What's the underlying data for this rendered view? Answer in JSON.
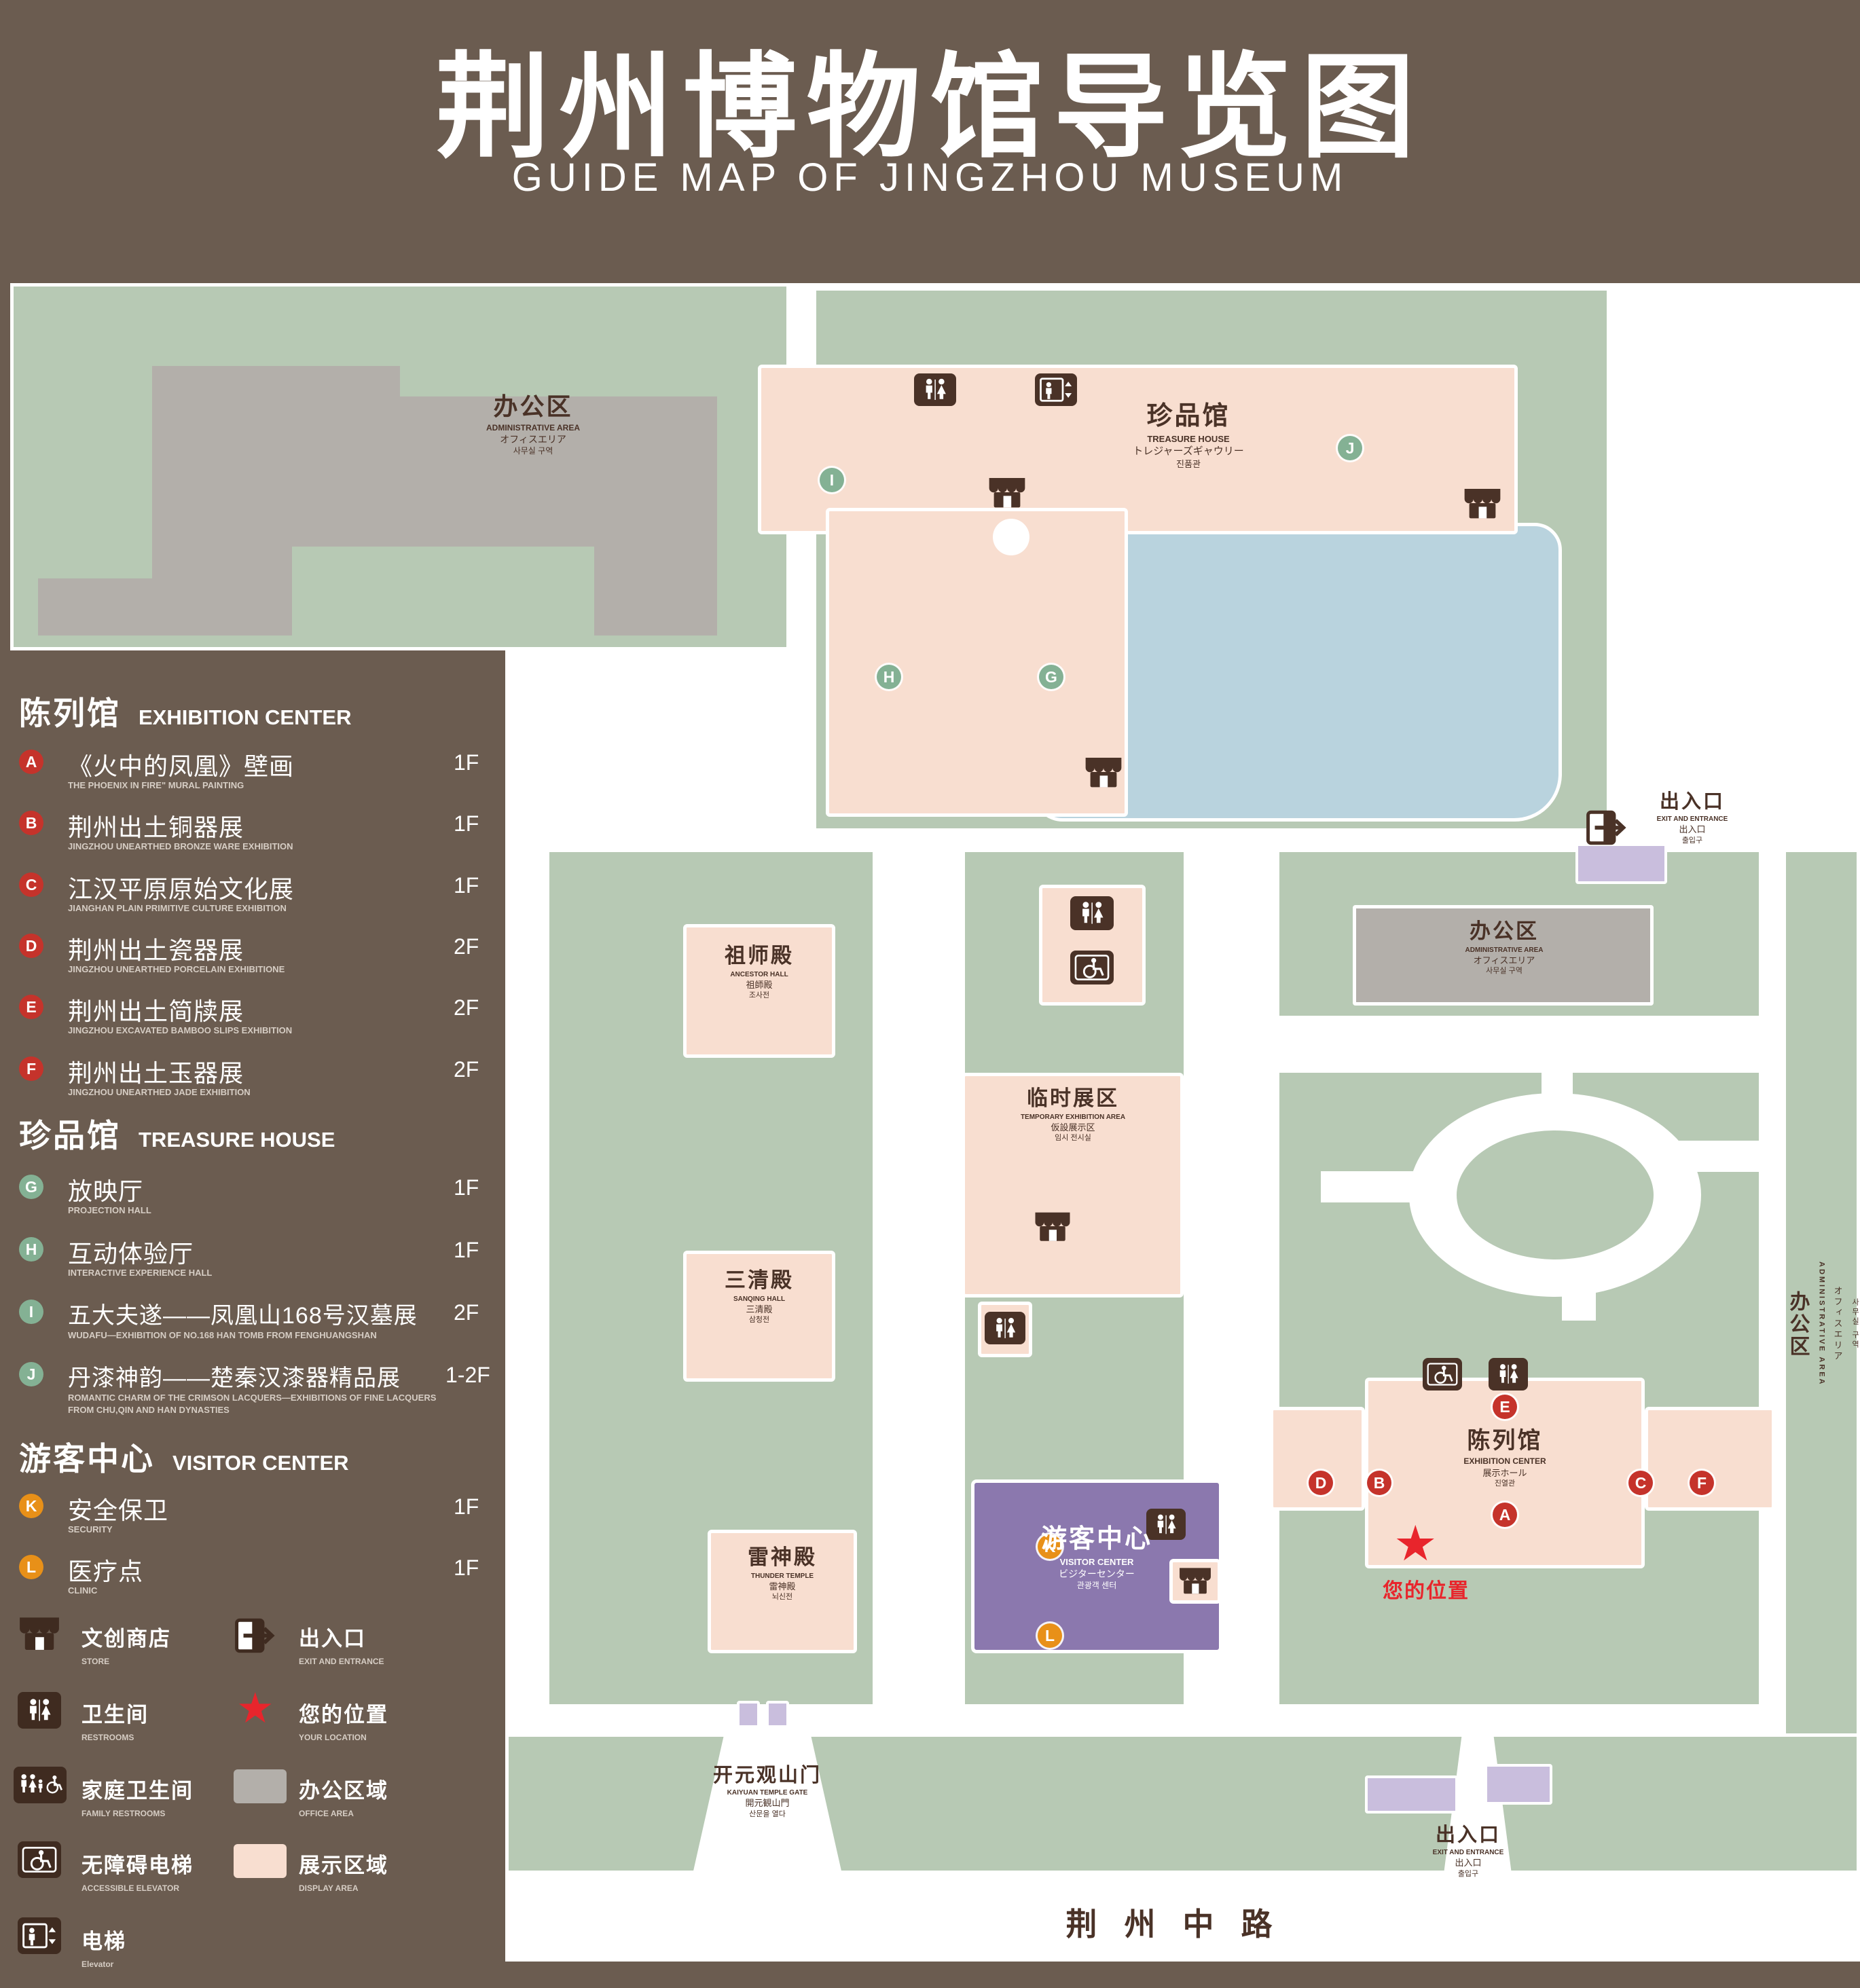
{
  "header": {
    "title": "荆州博物馆导览图",
    "subtitle": "GUIDE MAP OF JINGZHOU MUSEUM"
  },
  "sidebar": {
    "sections": [
      {
        "zh": "陈列馆",
        "en": "EXHIBITION CENTER",
        "items": [
          {
            "letter": "A",
            "zh": "《火中的凤凰》壁画",
            "en": "THE PHOENIX IN FIRE\" MURAL PAINTING",
            "floor": "1F"
          },
          {
            "letter": "B",
            "zh": "荆州出土铜器展",
            "en": "JINGZHOU UNEARTHED BRONZE WARE EXHIBITION",
            "floor": "1F"
          },
          {
            "letter": "C",
            "zh": "江汉平原原始文化展",
            "en": "JIANGHAN PLAIN PRIMITIVE CULTURE EXHIBITION",
            "floor": "1F"
          },
          {
            "letter": "D",
            "zh": "荆州出土瓷器展",
            "en": "JINGZHOU UNEARTHED PORCELAIN EXHIBITIONE",
            "floor": "2F"
          },
          {
            "letter": "E",
            "zh": "荆州出土简牍展",
            "en": "JINGZHOU EXCAVATED BAMBOO SLIPS EXHIBITION",
            "floor": "2F"
          },
          {
            "letter": "F",
            "zh": "荆州出土玉器展",
            "en": "JINGZHOU UNEARTHED JADE EXHIBITION",
            "floor": "2F"
          }
        ]
      },
      {
        "zh": "珍品馆",
        "en": "TREASURE HOUSE",
        "items": [
          {
            "letter": "G",
            "zh": "放映厅",
            "en": "PROJECTION HALL",
            "floor": "1F"
          },
          {
            "letter": "H",
            "zh": "互动体验厅",
            "en": "INTERACTIVE EXPERIENCE HALL",
            "floor": "1F"
          },
          {
            "letter": "I",
            "zh": "五大夫遂——凤凰山168号汉墓展",
            "en": "WUDAFU—EXHIBITION OF NO.168 HAN TOMB FROM FENGHUANGSHAN",
            "floor": "2F"
          },
          {
            "letter": "J",
            "zh": "丹漆神韵——楚秦汉漆器精品展",
            "en": "ROMANTIC CHARM OF THE CRIMSON LACQUERS—EXHIBITIONS OF FINE LACQUERS FROM CHU,QIN AND HAN DYNASTIES",
            "floor": "1-2F"
          }
        ]
      },
      {
        "zh": "游客中心",
        "en": "VISITOR CENTER",
        "items": [
          {
            "letter": "K",
            "zh": "安全保卫",
            "en": "SECURITY",
            "floor": "1F"
          },
          {
            "letter": "L",
            "zh": "医疗点",
            "en": "CLINIC",
            "floor": "1F"
          }
        ]
      }
    ],
    "legend": {
      "store": {
        "zh": "文创商店",
        "en": "STORE"
      },
      "exit": {
        "zh": "出入口",
        "en": "EXIT AND ENTRANCE"
      },
      "restroom": {
        "zh": "卫生间",
        "en": "RESTROOMS"
      },
      "location": {
        "zh": "您的位置",
        "en": "YOUR LOCATION"
      },
      "family": {
        "zh": "家庭卫生间",
        "en": "FAMILY RESTROOMS"
      },
      "office": {
        "zh": "办公区域",
        "en": "OFFICE AREA"
      },
      "accessible": {
        "zh": "无障碍电梯",
        "en": "ACCESSIBLE ELEVATOR"
      },
      "display": {
        "zh": "展示区域",
        "en": "DISPLAY AREA"
      },
      "elevator": {
        "zh": "电梯",
        "en": "Elevator"
      }
    }
  },
  "map": {
    "admin": {
      "zh": "办公区",
      "en": "ADMINISTRATIVE AREA",
      "ja": "オフィスエリア",
      "ko": "사무실 구역"
    },
    "treasure_house": {
      "zh": "珍品馆",
      "en": "TREASURE HOUSE",
      "ja": "トレジャーズギャウリー",
      "ko": "진품관"
    },
    "exit_top": {
      "zh": "出入口",
      "en": "EXIT AND ENTRANCE",
      "ja": "出入口",
      "ko": "출입구"
    },
    "ancestor_hall": {
      "zh": "祖师殿",
      "en": "ANCESTOR HALL",
      "ja": "祖師殿",
      "ko": "조사전"
    },
    "temporary_area": {
      "zh": "临时展区",
      "en": "TEMPORARY EXHIBITION AREA",
      "ja": "仮設展示区",
      "ko": "임시 전시실"
    },
    "sanqing_hall": {
      "zh": "三清殿",
      "en": "SANQING HALL",
      "ja": "三清殿",
      "ko": "삼청전"
    },
    "thunder_temple": {
      "zh": "雷神殿",
      "en": "THUNDER TEMPLE",
      "ja": "雷神殿",
      "ko": "뇌신전"
    },
    "visitor_center": {
      "zh": "游客中心",
      "en": "VISITOR CENTER",
      "ja": "ビジターセンター",
      "ko": "관광객 센터"
    },
    "exhibition_center": {
      "zh": "陈列馆",
      "en": "EXHIBITION CENTER",
      "ja": "展示ホール",
      "ko": "진열관"
    },
    "your_location": "您的位置",
    "gate": {
      "zh": "开元观山门",
      "en": "KAIYUAN TEMPLE GATE",
      "ja": "開元観山門",
      "ko": "산문을 열다"
    },
    "exit_bottom": {
      "zh": "出入口",
      "en": "EXIT AND ENTRANCE",
      "ja": "出入口",
      "ko": "출입구"
    },
    "road": "荆州中路",
    "markers": {
      "A": "A",
      "B": "B",
      "C": "C",
      "D": "D",
      "E": "E",
      "F": "F",
      "G": "G",
      "H": "H",
      "I": "I",
      "J": "J",
      "K": "K",
      "L": "L"
    }
  },
  "icons": {
    "star": "★"
  },
  "colors": {
    "background": "#6b5c50",
    "area_green": "#b7c9b4",
    "display_pink": "#f8ded0",
    "office_gray": "#b3afaa",
    "pond_blue": "#b9d3de",
    "visitor_purple": "#8b78ae",
    "lavender": "#c9bedd",
    "marker_red": "#c5332b",
    "marker_green": "#84b194",
    "marker_orange": "#e89018",
    "icon_brown": "#4a3227",
    "location_red": "#e8252c"
  }
}
